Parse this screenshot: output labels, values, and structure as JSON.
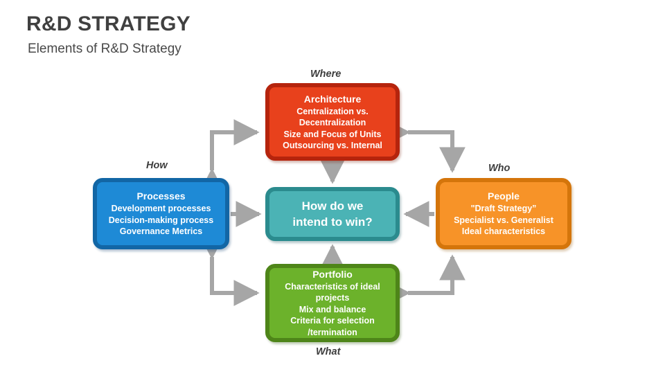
{
  "header": {
    "title": "R&D STRATEGY",
    "subtitle": "Elements of R&D Strategy"
  },
  "axis_labels": {
    "top": "Where",
    "left": "How",
    "right": "Who",
    "bottom": "What"
  },
  "center": {
    "line1": "How do we",
    "line2": "intend to win?",
    "color": "#4bb3b5",
    "border_color": "#2b8b8e"
  },
  "nodes": [
    {
      "id": "architecture",
      "title": "Architecture",
      "lines": [
        "Centralization vs.",
        "Decentralization",
        "Size and Focus of Units",
        "Outsourcing vs. Internal"
      ],
      "color": "#e8411c",
      "border_color": "#b5240d",
      "axis_label": "Where"
    },
    {
      "id": "processes",
      "title": "Processes",
      "lines": [
        "Development processes",
        "Decision-making process",
        "Governance Metrics"
      ],
      "color": "#1e8ad6",
      "border_color": "#1266a5",
      "axis_label": "How"
    },
    {
      "id": "people",
      "title": "People",
      "lines": [
        "\"Draft Strategy”",
        "Specialist vs. Generalist",
        "Ideal characteristics"
      ],
      "color": "#f79328",
      "border_color": "#d4750b",
      "axis_label": "Who"
    },
    {
      "id": "portfolio",
      "title": "Portfolio",
      "lines": [
        "Characteristics of ideal projects",
        "Mix and balance",
        "Criteria for selection",
        "/termination"
      ],
      "color": "#6cb22b",
      "border_color": "#4e8519",
      "axis_label": "What"
    }
  ],
  "connectors": {
    "color": "#a6a6a6",
    "arrows_to_center": [
      "architecture-to-center",
      "processes-to-center",
      "people-to-center",
      "portfolio-to-center"
    ],
    "elbow_arrows": [
      "processes-architecture",
      "architecture-people",
      "processes-portfolio",
      "portfolio-people"
    ]
  },
  "theme": {
    "background": "#ffffff",
    "title_color": "#404040",
    "label_color": "#3d3d3d"
  }
}
